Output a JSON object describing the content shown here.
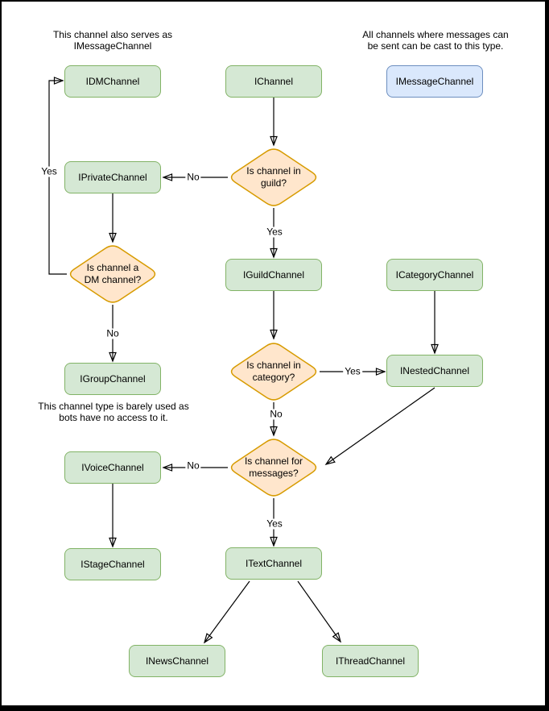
{
  "notes": {
    "dm_note": "This channel also serves as\nIMessageChannel",
    "message_note": "All channels where messages can\nbe sent can be cast to this type.",
    "group_note": "This channel type is barely used as\nbots have no access to it."
  },
  "nodes": {
    "idm_channel": {
      "label": "IDMChannel"
    },
    "ichannel": {
      "label": "IChannel"
    },
    "imessage_channel": {
      "label": "IMessageChannel"
    },
    "iprivate_channel": {
      "label": "IPrivateChannel"
    },
    "iguild_channel": {
      "label": "IGuildChannel"
    },
    "icategory_channel": {
      "label": "ICategoryChannel"
    },
    "igroup_channel": {
      "label": "IGroupChannel"
    },
    "inested_channel": {
      "label": "INestedChannel"
    },
    "ivoice_channel": {
      "label": "IVoiceChannel"
    },
    "istage_channel": {
      "label": "IStageChannel"
    },
    "itext_channel": {
      "label": "ITextChannel"
    },
    "inews_channel": {
      "label": "INewsChannel"
    },
    "ithread_channel": {
      "label": "IThreadChannel"
    }
  },
  "decisions": {
    "in_guild": {
      "label": "Is channel in\nguild?"
    },
    "is_dm": {
      "label": "Is channel a\nDM channel?"
    },
    "in_category": {
      "label": "Is channel in\ncategory?"
    },
    "for_messages": {
      "label": "Is channel for\nmessages?"
    }
  },
  "edge_labels": {
    "guild_no": "No",
    "guild_yes": "Yes",
    "dm_yes": "Yes",
    "dm_no": "No",
    "category_yes": "Yes",
    "category_no": "No",
    "messages_no": "No",
    "messages_yes": "Yes"
  },
  "colors": {
    "node_fill": "#d5e8d4",
    "node_border": "#82b366",
    "decision_fill": "#ffe6cc",
    "decision_border": "#d79b00",
    "message_fill": "#dae8fc",
    "message_border": "#6c8ebf",
    "edge": "#000000"
  }
}
